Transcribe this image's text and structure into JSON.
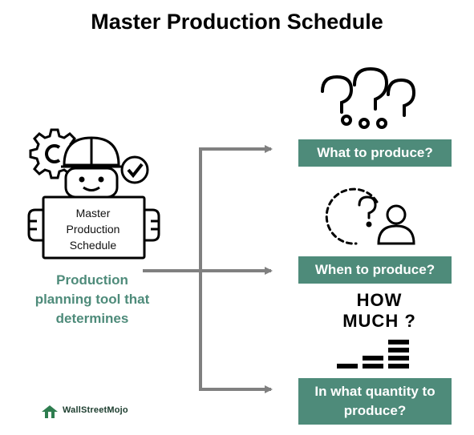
{
  "title": "Master Production Schedule",
  "sign": {
    "line1": "Master",
    "line2": "Production",
    "line3": "Schedule"
  },
  "description": {
    "line1": "Production",
    "line2": "planning tool that",
    "line3": "determines"
  },
  "questions": [
    {
      "label": "What to produce?",
      "icon": "question-marks-icon"
    },
    {
      "label": "When to produce?",
      "icon": "clock-question-person-icon"
    },
    {
      "label_line1": "In what quantity to",
      "label_line2": "produce?",
      "icon": "how-much-bars-icon"
    }
  ],
  "how_much": {
    "line1": "HOW",
    "line2": "MUCH ?"
  },
  "logo": {
    "text": "WallStreetMojo",
    "icon": "logo-icon"
  },
  "colors": {
    "accent": "#4e8b7a",
    "arrow": "#808080",
    "text": "#000000"
  }
}
